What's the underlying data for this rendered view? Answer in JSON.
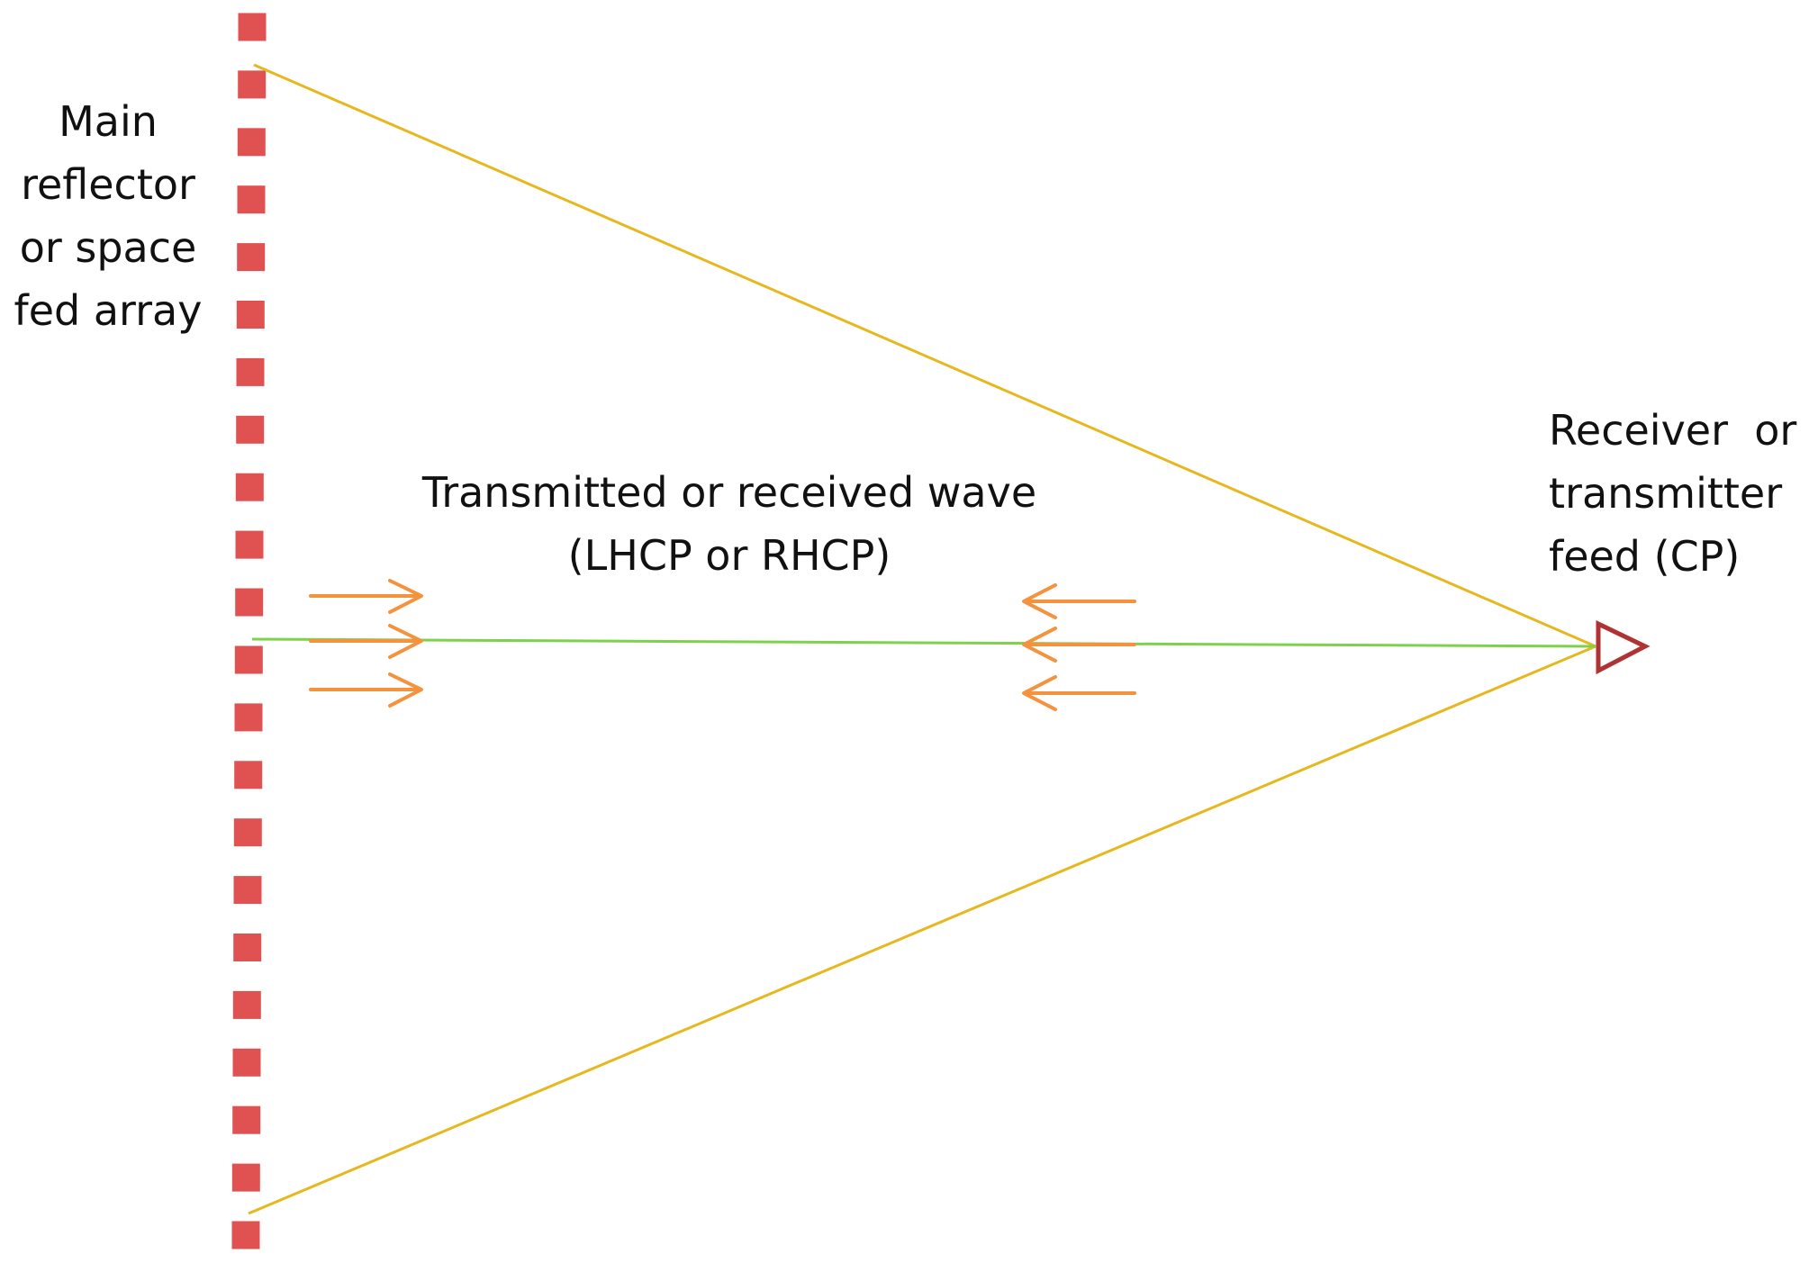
{
  "labels": {
    "reflector": [
      "Main",
      "reflector",
      "or space",
      "fed array"
    ],
    "wave": [
      "Transmitted or received wave",
      "(LHCP or RHCP)"
    ],
    "feed": [
      "Receiver  or",
      "transmitter",
      "feed (CP)"
    ]
  },
  "colors": {
    "array_element": "#e05252",
    "ray": "#e6b820",
    "axis": "#7ed14a",
    "arrow": "#f5923e",
    "feed": "#b03232",
    "text": "#111111"
  },
  "reflector": {
    "element_count": 22
  }
}
